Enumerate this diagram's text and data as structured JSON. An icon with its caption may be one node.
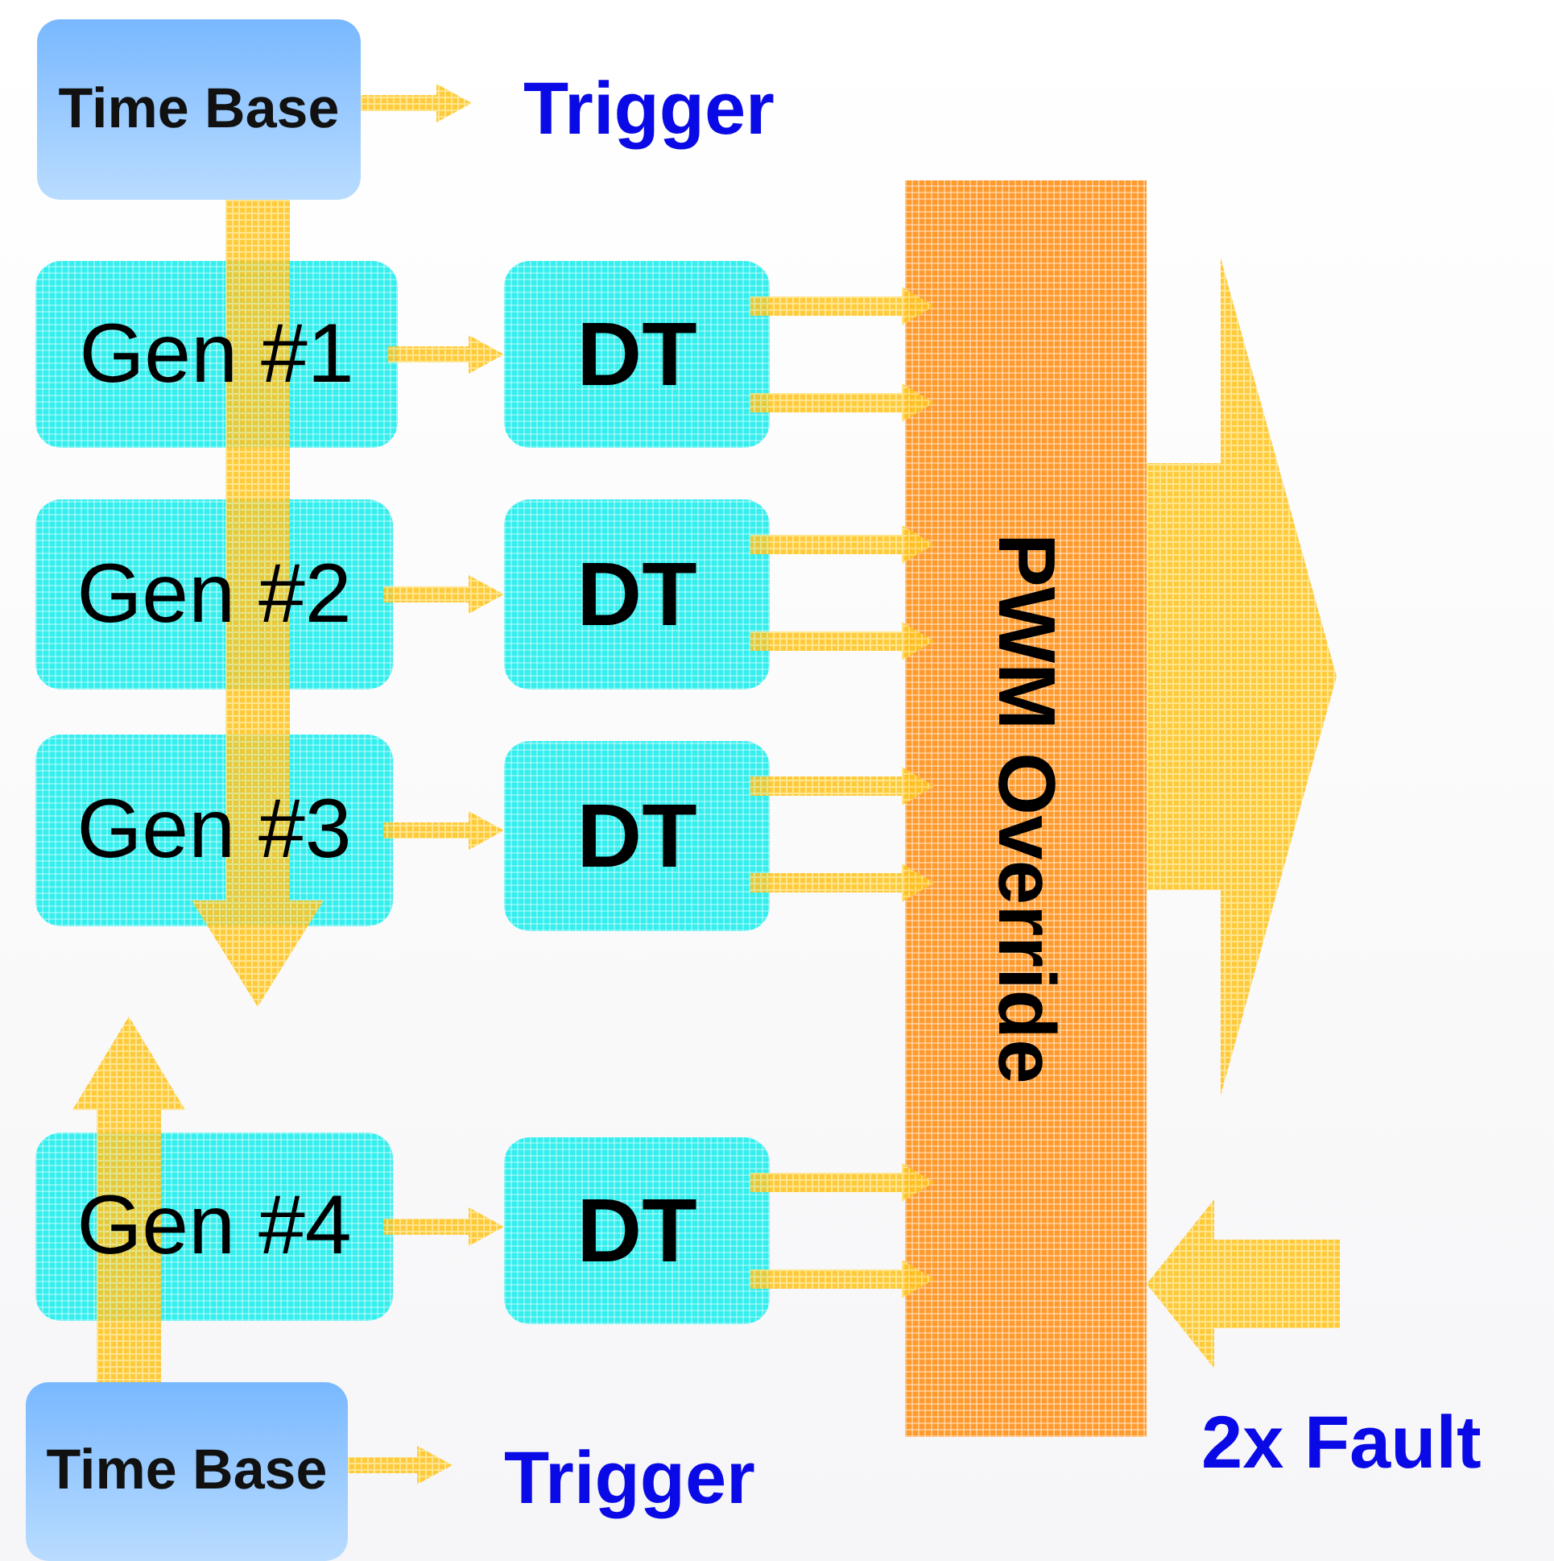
{
  "diagram": {
    "nodes": [
      {
        "text": [
          "Time Base"
        ]
      },
      {
        "text": [
          "Trigger"
        ]
      },
      {
        "text": [
          "Gen #1"
        ]
      },
      {
        "text": [
          "DT"
        ]
      },
      {
        "text": [
          "Gen #2"
        ]
      },
      {
        "text": [
          "DT"
        ]
      },
      {
        "text": [
          "Gen #3"
        ]
      },
      {
        "text": [
          "DT"
        ]
      },
      {
        "text": [
          "Gen #4"
        ]
      },
      {
        "text": [
          "DT"
        ]
      },
      {
        "text": [
          "PWM Override"
        ]
      },
      {
        "text": [
          "Time Base"
        ]
      },
      {
        "text": [
          "Trigger"
        ]
      }
    ],
    "edges": [
      {
        "from": 0,
        "to": 1,
        "arrow": "to"
      },
      {
        "from": 0,
        "to": 6,
        "arrow": "to"
      },
      {
        "from": 2,
        "to": 3,
        "arrow": "to"
      },
      {
        "from": 4,
        "to": 5,
        "arrow": "to"
      },
      {
        "from": 6,
        "to": 7,
        "arrow": "to"
      },
      {
        "from": 8,
        "to": 9,
        "arrow": "to"
      },
      {
        "from": 3,
        "to": 10,
        "arrow": "to"
      },
      {
        "from": 3,
        "to": 10,
        "arrow": "to"
      },
      {
        "from": 5,
        "to": 10,
        "arrow": "to"
      },
      {
        "from": 5,
        "to": 10,
        "arrow": "to"
      },
      {
        "from": 7,
        "to": 10,
        "arrow": "to"
      },
      {
        "from": 7,
        "to": 10,
        "arrow": "to"
      },
      {
        "from": 9,
        "to": 10,
        "arrow": "to"
      },
      {
        "from": 9,
        "to": 10,
        "arrow": "to"
      },
      {
        "from": 10,
        "to": null,
        "arrow": "to"
      },
      {
        "from": null,
        "to": 10,
        "arrow": "to"
      },
      {
        "from": 11,
        "to": 8,
        "arrow": "to"
      },
      {
        "from": 11,
        "to": 12,
        "arrow": "to"
      }
    ],
    "labels": [
      "2x Fault"
    ]
  }
}
